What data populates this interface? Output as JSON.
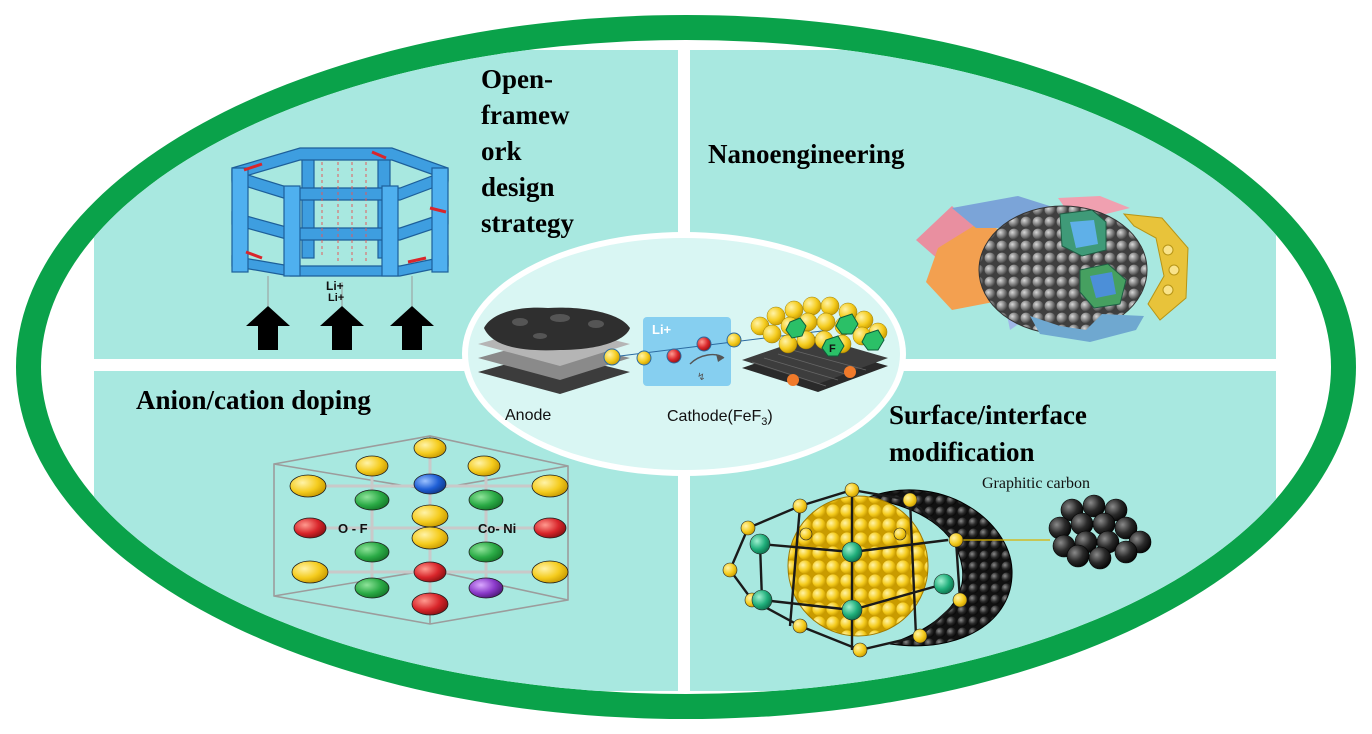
{
  "quadrants": {
    "top_left_title_lines": [
      "Open-",
      "framew",
      "ork",
      "design",
      "strategy"
    ],
    "top_right_title": "Nanoengineering",
    "bottom_left_title": "Anion/cation doping",
    "bottom_right_title_lines": [
      "Surface/interface",
      "modification"
    ]
  },
  "framework": {
    "li_label_1": "Li+",
    "li_label_2": "Li+"
  },
  "center": {
    "anode_label": "Anode",
    "cathode_label_main": "Cathode(FeF",
    "cathode_label_sub": "3",
    "cathode_label_end": ")",
    "li_box_label": "Li+",
    "f_label": "F"
  },
  "doping": {
    "left_label": "O - F",
    "right_label": "Co- Ni"
  },
  "surface": {
    "graphitic_label": "Graphitic carbon"
  },
  "colors": {
    "ring_green": "#0aa24a",
    "panel_teal": "#a8e8e0",
    "center_fill": "#d9f6f3",
    "yellow_atom": "#f5cc1e",
    "green_atom": "#2bab46",
    "red_atom": "#d9262b",
    "blue_atom": "#1f5fd6",
    "purple_atom": "#8a39c9",
    "framework_blue": "#3e9ee0"
  }
}
